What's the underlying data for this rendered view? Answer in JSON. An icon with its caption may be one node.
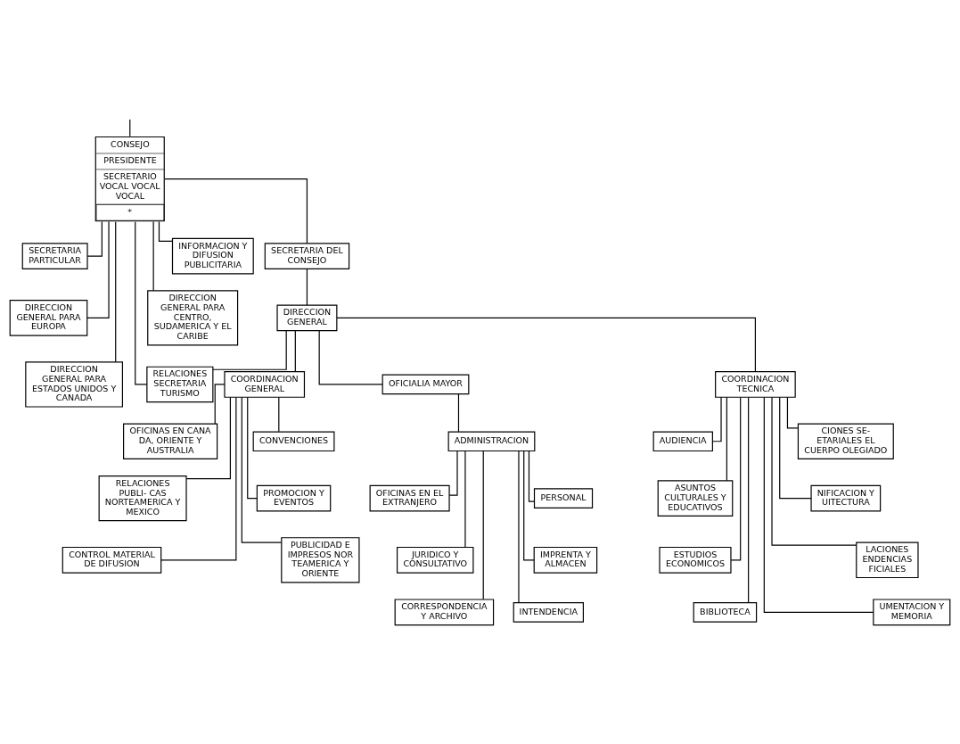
{
  "diagram": {
    "nodes": [
      {
        "text": [
          "CONSEJO",
          "PRESIDENTE",
          "SECRETARIO VOCAL VOCAL VOCAL",
          "*"
        ]
      },
      {
        "text": [
          "SECRETARIA PARTICULAR"
        ]
      },
      {
        "text": [
          "INFORMACION Y DIFUSION PUBLICITARIA"
        ]
      },
      {
        "text": [
          "DIRECCION GENERAL PARA EUROPA"
        ]
      },
      {
        "text": [
          "DIRECCION GENERAL PARA CENTRO, SUDAMERICA Y EL CARIBE"
        ]
      },
      {
        "text": [
          "SECRETARIA DEL CONSEJO"
        ]
      },
      {
        "text": [
          "DIRECCION GENERAL PARA ESTADOS UNIDOS Y CANADA"
        ]
      },
      {
        "text": [
          "DIRECCION GENERAL"
        ]
      },
      {
        "text": [
          "RELACIONES SECRETARIA TURISMO"
        ]
      },
      {
        "text": [
          "OFICIALIA MAYOR"
        ]
      },
      {
        "text": [
          "COORDINACION TECNICA"
        ]
      },
      {
        "text": [
          "COORDINACION GENERAL"
        ]
      },
      {
        "text": [
          "ADMINISTRACION"
        ]
      },
      {
        "text": [
          "CIONES SE- ETARIALES EL CUERPO OLEGIADO"
        ]
      },
      {
        "text": [
          "AUDIENCIA"
        ]
      },
      {
        "text": [
          "NIFICACION Y UITECTURA"
        ]
      },
      {
        "text": [
          "ASUNTOS CULTURALES Y EDUCATIVOS"
        ]
      },
      {
        "text": [
          "LACIONES ENDENCIAS FICIALES"
        ]
      },
      {
        "text": [
          "ESTUDIOS ECONOMICOS"
        ]
      },
      {
        "text": [
          "UMENTACION Y MEMORIA"
        ]
      },
      {
        "text": [
          "BIBLIOTECA"
        ]
      },
      {
        "text": [
          "OFICINAS EN EL EXTRANJERO"
        ]
      },
      {
        "text": [
          "PERSONAL"
        ]
      },
      {
        "text": [
          "JURIDICO Y CONSULTATIVO"
        ]
      },
      {
        "text": [
          "IMPRENTA Y ALMACEN"
        ]
      },
      {
        "text": [
          "CORRESPONDENCIA Y ARCHIVO"
        ]
      },
      {
        "text": [
          "INTENDENCIA"
        ]
      },
      {
        "text": [
          "OFICINAS EN CANA DA, ORIENTE Y AUSTRALIA"
        ]
      },
      {
        "text": [
          "CONVENCIONES"
        ]
      },
      {
        "text": [
          "RELACIONES PUBLI- CAS NORTEAMERICA Y MEXICO"
        ]
      },
      {
        "text": [
          "PROMOCION Y EVENTOS"
        ]
      },
      {
        "text": [
          "CONTROL MATERIAL DE DIFUSION"
        ]
      },
      {
        "text": [
          "PUBLICIDAD E IMPRESOS NOR TEAMERICA Y ORIENTE"
        ]
      }
    ],
    "edges": [
      {
        "from": null,
        "to": 0,
        "arrow": "none"
      },
      {
        "from": 0,
        "to": 1,
        "arrow": "none"
      },
      {
        "from": 0,
        "to": 2,
        "arrow": "none"
      },
      {
        "from": 0,
        "to": 3,
        "arrow": "none"
      },
      {
        "from": 0,
        "to": 4,
        "arrow": "none"
      },
      {
        "from": 0,
        "to": 6,
        "arrow": "none"
      },
      {
        "from": 0,
        "to": 5,
        "arrow": "none"
      },
      {
        "from": 5,
        "to": 7,
        "arrow": "none"
      },
      {
        "from": 0,
        "to": 8,
        "arrow": "none"
      },
      {
        "from": 7,
        "to": 8,
        "arrow": "none"
      },
      {
        "from": 7,
        "to": 10,
        "arrow": "none"
      },
      {
        "from": 7,
        "to": 9,
        "arrow": "none"
      },
      {
        "from": 7,
        "to": 11,
        "arrow": "none"
      },
      {
        "from": 9,
        "to": 12,
        "arrow": "none"
      },
      {
        "from": 10,
        "to": 13,
        "arrow": "none"
      },
      {
        "from": 10,
        "to": 14,
        "arrow": "none"
      },
      {
        "from": 10,
        "to": 15,
        "arrow": "none"
      },
      {
        "from": 10,
        "to": 16,
        "arrow": "none"
      },
      {
        "from": 10,
        "to": 17,
        "arrow": "none"
      },
      {
        "from": 10,
        "to": 18,
        "arrow": "none"
      },
      {
        "from": 10,
        "to": 19,
        "arrow": "none"
      },
      {
        "from": 10,
        "to": 20,
        "arrow": "none"
      },
      {
        "from": 12,
        "to": 21,
        "arrow": "none"
      },
      {
        "from": 12,
        "to": 22,
        "arrow": "none"
      },
      {
        "from": 12,
        "to": 23,
        "arrow": "none"
      },
      {
        "from": 12,
        "to": 24,
        "arrow": "none"
      },
      {
        "from": 12,
        "to": 25,
        "arrow": "none"
      },
      {
        "from": 12,
        "to": 26,
        "arrow": "none"
      },
      {
        "from": 11,
        "to": 27,
        "arrow": "none"
      },
      {
        "from": 11,
        "to": 28,
        "arrow": "none"
      },
      {
        "from": 11,
        "to": 29,
        "arrow": "none"
      },
      {
        "from": 11,
        "to": 30,
        "arrow": "none"
      },
      {
        "from": 11,
        "to": 31,
        "arrow": "none"
      },
      {
        "from": 11,
        "to": 32,
        "arrow": "none"
      }
    ]
  }
}
